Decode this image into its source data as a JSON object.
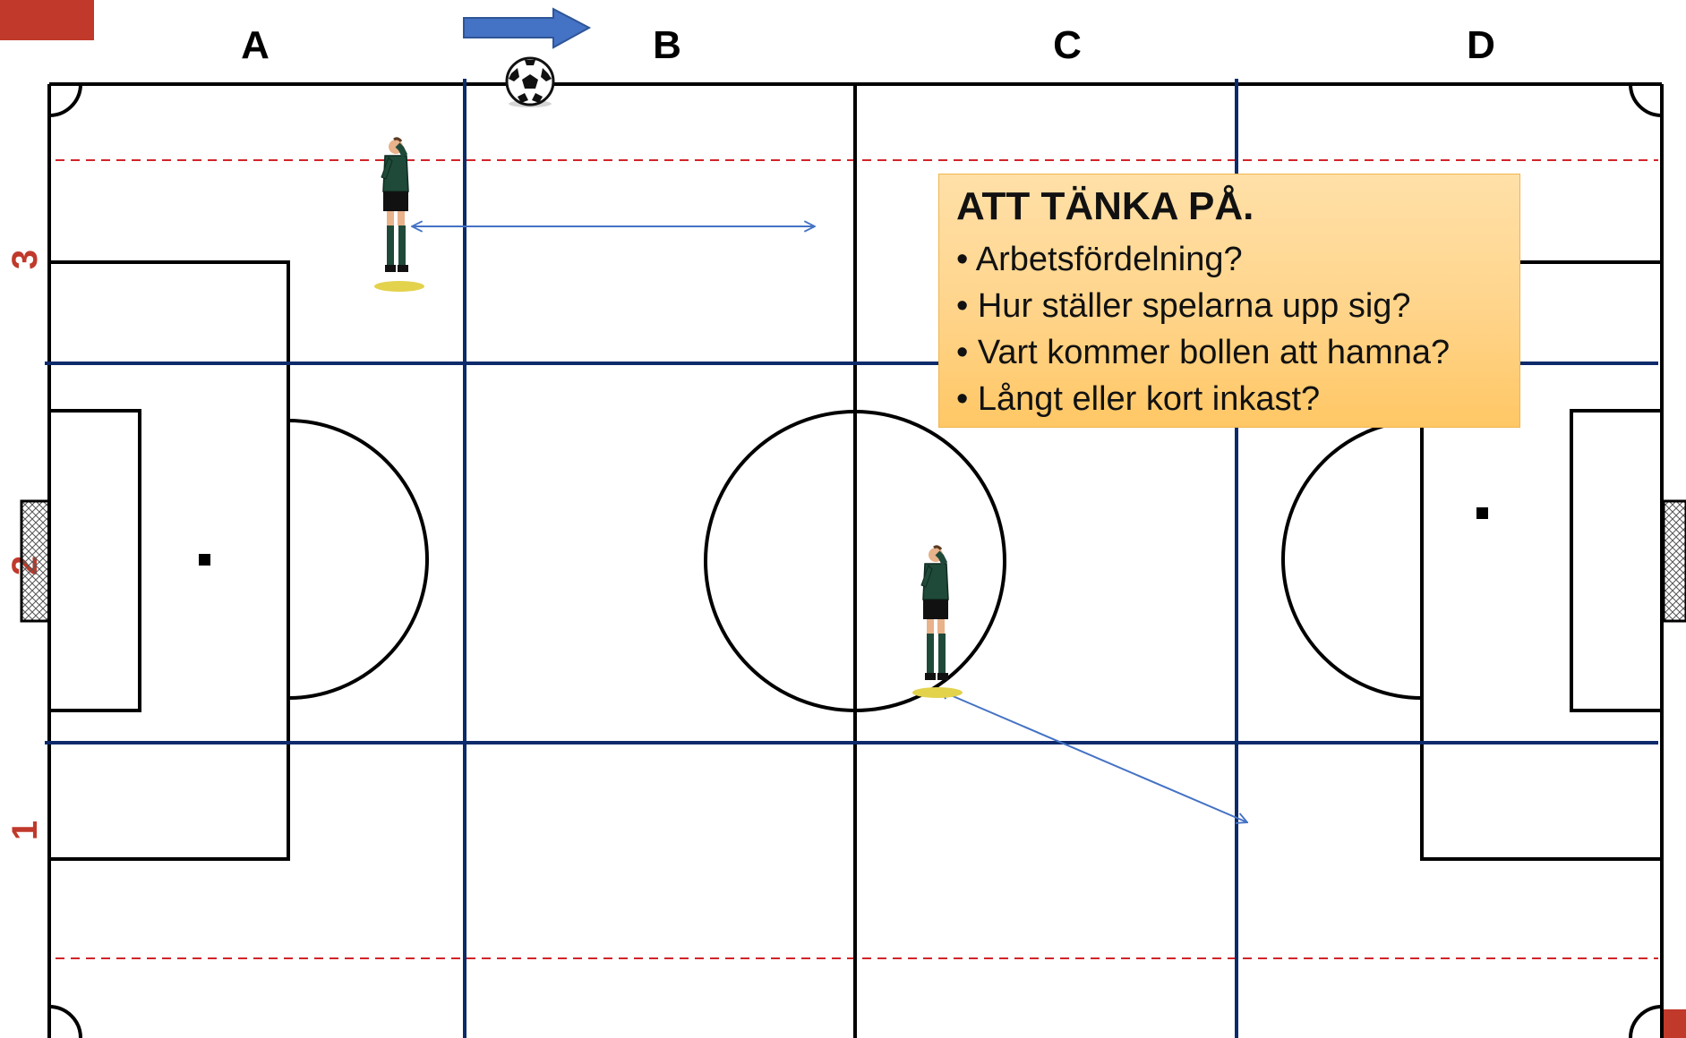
{
  "columns": [
    "A",
    "B",
    "C",
    "D"
  ],
  "rows": [
    "3",
    "2",
    "1"
  ],
  "note": {
    "title": "ATT TÄNKA PÅ.",
    "items": [
      "• Arbetsfördelning?",
      "• Hur ställer spelarna upp sig?",
      "• Vart kommer bollen att hamna?",
      "• Långt eller kort inkast?"
    ]
  },
  "colors": {
    "zone_lines": "#0d2a6b",
    "pitch_lines": "#000000",
    "dashed_lines": "#d1242a",
    "movement_arrows": "#4472c4",
    "direction_arrow": "#4472c4",
    "row_labels": "#c0392b",
    "note_background": "#ffd48a"
  },
  "icons": {
    "ball": "soccer-ball-icon",
    "referee": "referee-icon",
    "direction": "arrow-right-icon"
  }
}
